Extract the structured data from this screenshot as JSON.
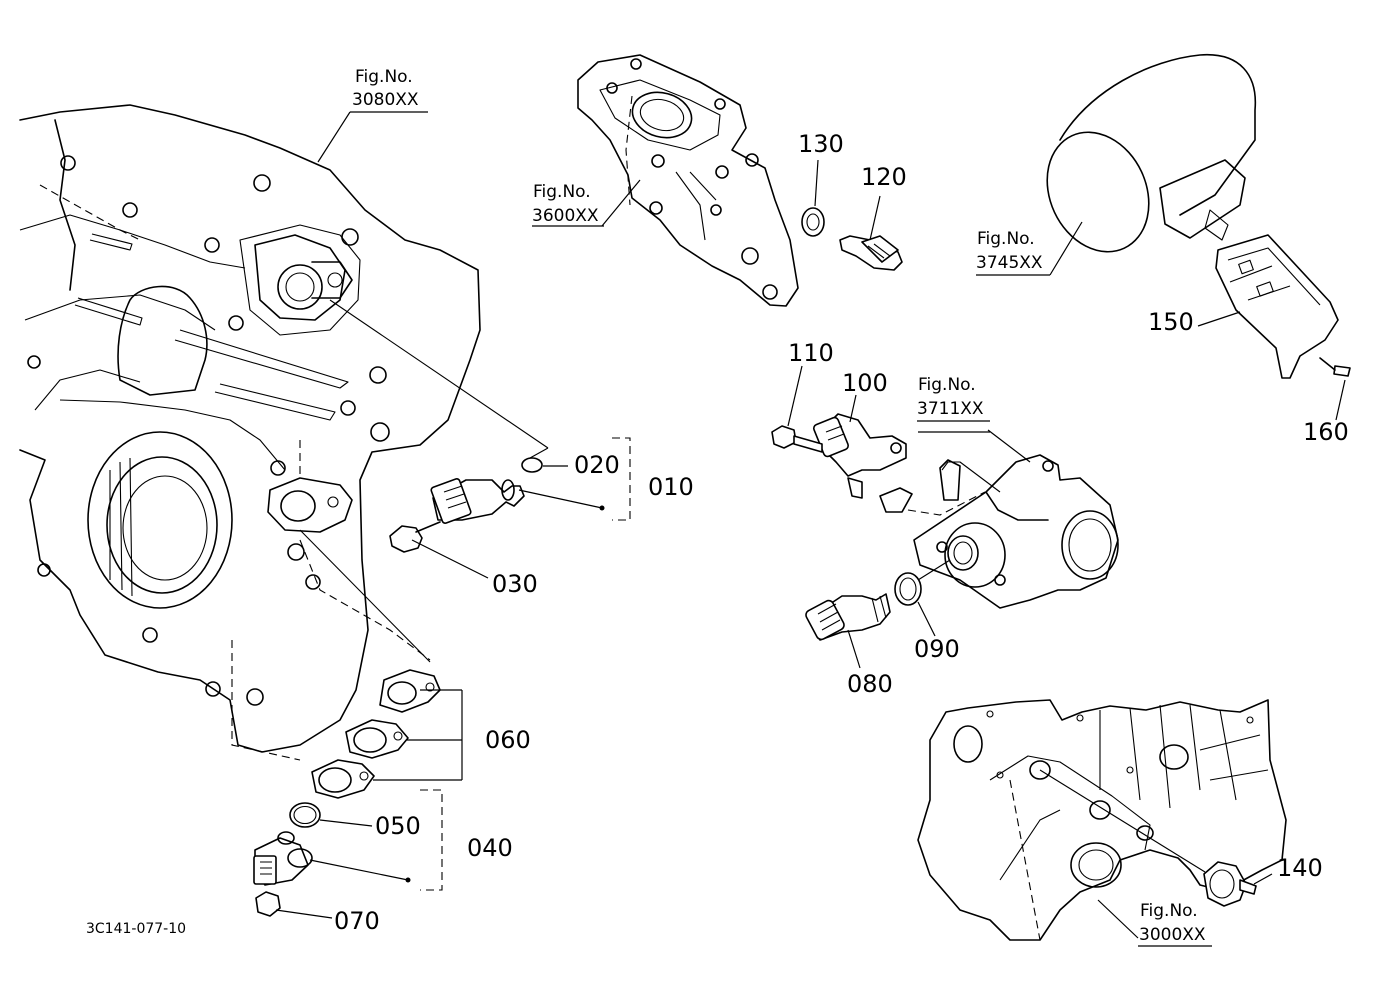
{
  "figure_refs": [
    {
      "id": "fig-3080",
      "label": "Fig.No.",
      "number": "3080XX"
    },
    {
      "id": "fig-3600",
      "label": "Fig.No.",
      "number": "3600XX"
    },
    {
      "id": "fig-3745",
      "label": "Fig.No.",
      "number": "3745XX"
    },
    {
      "id": "fig-3711",
      "label": "Fig.No.",
      "number": "3711XX"
    },
    {
      "id": "fig-3000",
      "label": "Fig.No.",
      "number": "3000XX"
    }
  ],
  "part_numbers": {
    "p010": "010",
    "p020": "020",
    "p030": "030",
    "p040": "040",
    "p050": "050",
    "p060": "060",
    "p070": "070",
    "p080": "080",
    "p090": "090",
    "p100": "100",
    "p110": "110",
    "p120": "120",
    "p130": "130",
    "p140": "140",
    "p150": "150",
    "p160": "160"
  },
  "drawing_code": "3C141-077-10"
}
